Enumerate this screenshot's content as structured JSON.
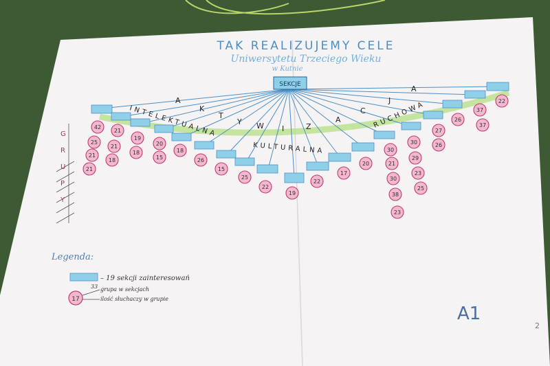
{
  "poster": {
    "title": "TAK REALIZUJEMY CELE",
    "subtitle_line1": "Uniwersytetu Trzeciego Wieku",
    "subtitle_line2": "w Kutnie",
    "root_box": "SEKCJE",
    "arc_letters": [
      "A",
      "K",
      "T",
      "Y",
      "W",
      "I",
      "Z",
      "A",
      "C",
      "J",
      "A"
    ],
    "arc_word_intellectual": "INTELEKTUALNA",
    "arc_word_cultural": "KULTURALNA",
    "arc_word_movement": "RUCHOWA",
    "vertical_word": "GRUPY",
    "legend_title": "Legenda:",
    "legend_box_text": "– 19 sekcji zainteresowań",
    "legend_circle_value": "17",
    "legend_circle_text1": "grupa w sekcjach",
    "legend_circle_text2": "ilość słuchaczy w grupie",
    "legend_circle_text0": "33",
    "sheet_label": "A1",
    "corner_mark": "2"
  },
  "colors": {
    "background": "#3d5a34",
    "paper": "#f6f3f4",
    "box_fill": "#8fd0e8",
    "line_blue": "#4a8fc8",
    "circle_fill": "#f2b8cf",
    "circle_stroke": "#c23a6a",
    "arc_green": "#b9e08a"
  },
  "circle_values": [
    "42",
    "25",
    "21",
    "21",
    "21",
    "21",
    "18",
    "19",
    "18",
    "20",
    "15",
    "18",
    "26",
    "15",
    "25",
    "22",
    "19",
    "22",
    "17",
    "20",
    "30",
    "21",
    "30",
    "38",
    "23",
    "30",
    "29",
    "23",
    "25",
    "27",
    "26",
    "26",
    "37",
    "37",
    "22"
  ]
}
